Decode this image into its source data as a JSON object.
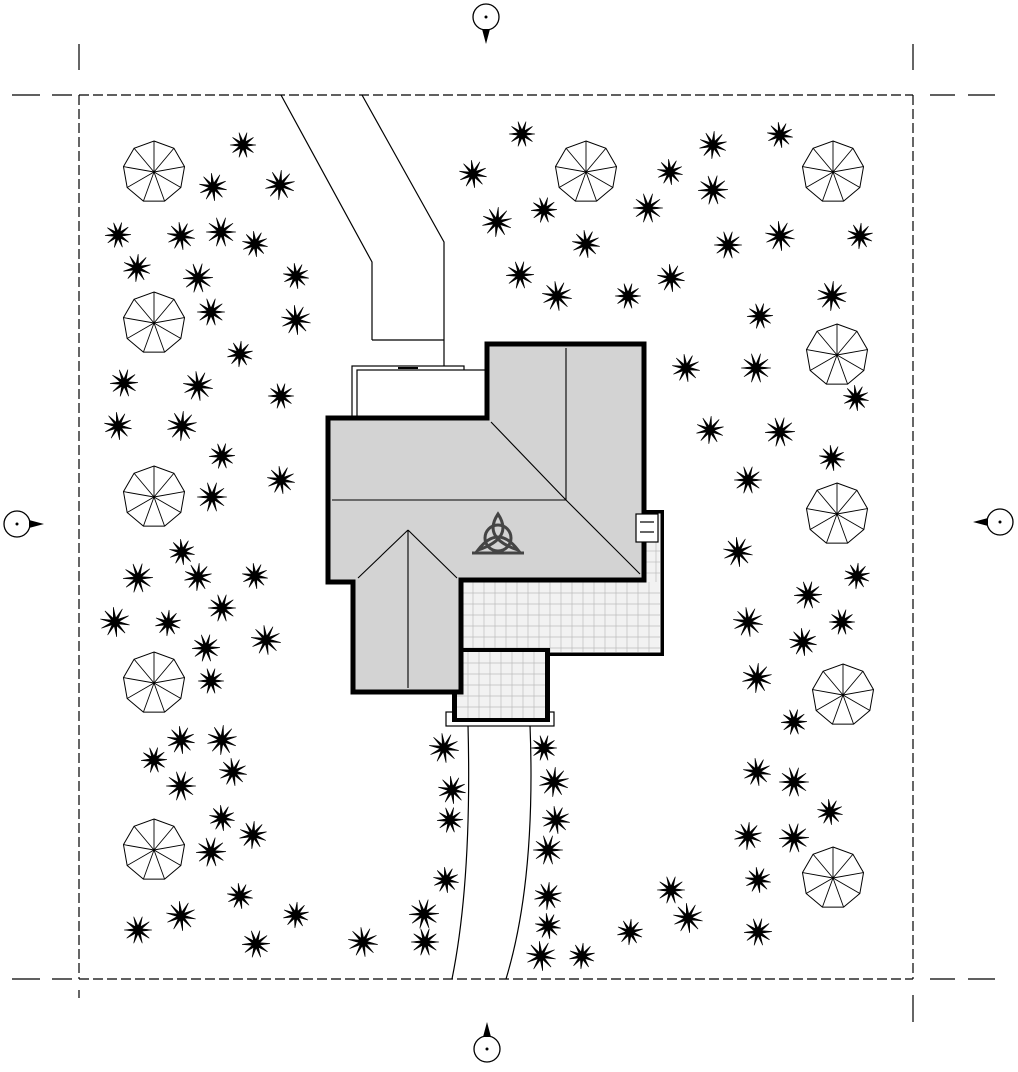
{
  "view": {
    "type": "site plan",
    "background": "#ffffff",
    "line_color": "#000000",
    "roof_fill": "#d3d3d3",
    "paving_fill": "#f2f2f2",
    "paving_grid": "#bdbdbd",
    "symbol_color": "#444444"
  },
  "elevation_markers": [
    {
      "side": "north",
      "icon": "elevation-marker-icon"
    },
    {
      "side": "east",
      "icon": "elevation-marker-icon"
    },
    {
      "side": "south",
      "icon": "elevation-marker-icon"
    },
    {
      "side": "west",
      "icon": "elevation-marker-icon"
    }
  ],
  "house_symbol": {
    "icon": "triquetra-symbol-icon"
  },
  "legend": {
    "deciduous_tree": "tree-canopy-icon",
    "shrub": "shrub-icon"
  }
}
